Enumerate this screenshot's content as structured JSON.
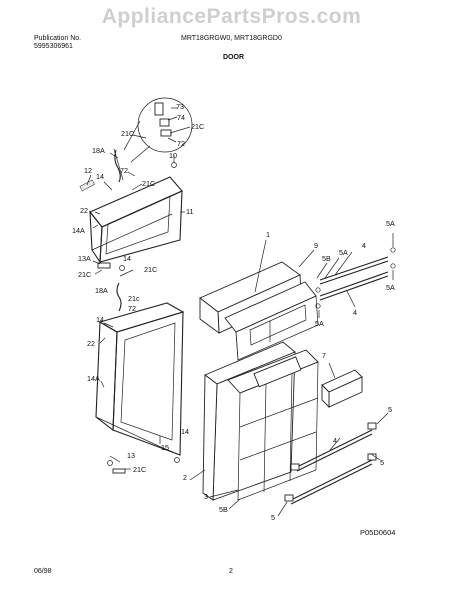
{
  "watermark": "AppliancePartsPros.com",
  "header": {
    "publication_label": "Publication No.",
    "publication_number": "5995306961",
    "models": "MRT18GRGW0, MRT18GRGD0",
    "section": "DOOR"
  },
  "footer": {
    "date": "06/98",
    "page": "2",
    "diagram_code": "P05D0604"
  },
  "callouts": {
    "c73": "73",
    "c74": "74",
    "c21c_top_r": "21C",
    "c72_top": "72",
    "c21c_top_l": "21C",
    "c18a_top": "18A",
    "c72_a": "72",
    "c10": "10",
    "c12": "12",
    "c14_top": "14",
    "c21c_a": "21C",
    "c22_top": "22",
    "c11": "11",
    "c14a_top": "14A",
    "c13a": "13A",
    "c14_mid": "14",
    "c21c_b": "21C",
    "c21c_c": "21C",
    "c18a_mid": "18A",
    "c21c_d": "21c",
    "c72_b": "72",
    "c14_low": "14",
    "c22_low": "22",
    "c14a_low": "14A",
    "c14_bot": "14",
    "c15": "15",
    "c13": "13",
    "c21c_e": "21C",
    "c1": "1",
    "c9": "9",
    "c5b": "5B",
    "c5a_r1": "5A",
    "c5a_r2": "5A",
    "c4_top": "4",
    "c4_mid": "4",
    "c5a_m": "5A",
    "c5a_r3": "5A",
    "c7": "7",
    "c2": "2",
    "c3": "3",
    "c5b_bot": "5B",
    "c5_r1": "5",
    "c4_low": "4",
    "c5_r2": "5",
    "c5_bot": "5"
  }
}
